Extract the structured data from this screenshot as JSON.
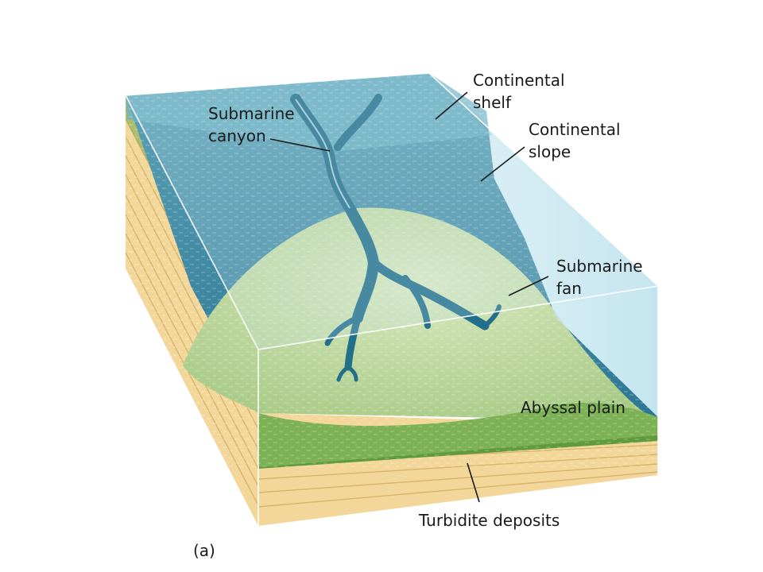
{
  "labels": {
    "continental_shelf": [
      "Continental",
      "shelf"
    ],
    "continental_slope": [
      "Continental",
      "slope"
    ],
    "submarine_canyon": [
      "Submarine",
      "canyon"
    ],
    "submarine_fan": [
      "Submarine",
      "fan"
    ],
    "abyssal_plain": "Abyssal plain",
    "turbidite_deposits": "Turbidite deposits",
    "panel": "(a)"
  },
  "colors": {
    "water_light": "#bfe3ec",
    "water_deep": "#2f7f9a",
    "fan_green": "#b9d59a",
    "plain_green": "#6fa84a",
    "sediment": "#f3d79a",
    "canyon": "#226f8b"
  }
}
